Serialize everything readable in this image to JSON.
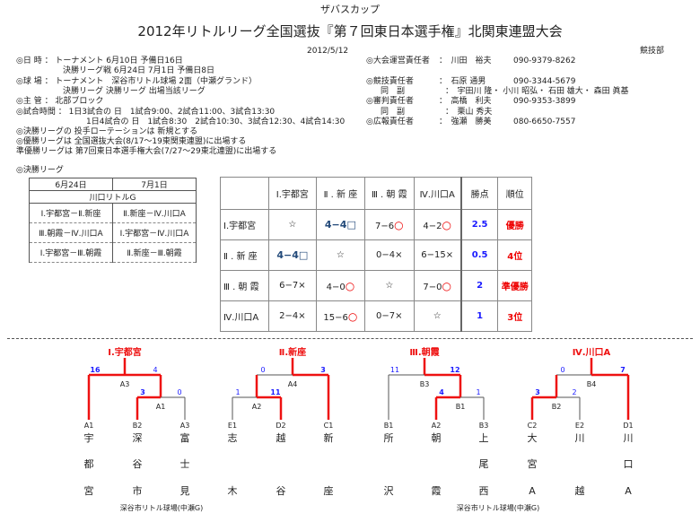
{
  "header": {
    "cup": "ザバスカップ",
    "title": "2012年リトルリーグ全国選抜『第７回東日本選手権』北関東連盟大会",
    "date": "2012/5/12",
    "dept": "競技部"
  },
  "info_left": [
    "◎日 時 ： トーナメント 6月10日 予備日16日",
    "決勝リーグ戦 6月24日 7月1日 予備日8日",
    "◎球 場 ： トーナメント　深谷市リトル球場 2面（中瀬グランド）",
    "決勝リーグ 決勝リーグ 出場当該リーグ",
    "◎主 管 ： 北部ブロック",
    "◎試合時間 ： 1日3試合の 日　1試合9:00、2試合11:00、3試合13:30",
    "1日4試合の 日　1試合8:30　2試合10:30、3試合12:30、4試合14:30",
    "◎決勝リーグの 投手ローテーションは 新規とする",
    "◎優勝リーグは 全国選抜大会(8/17～19東関東連盟)に出場する",
    "準優勝リーグは 第7回東日本選手権大会(7/27～29東北連盟)に出場する"
  ],
  "staff": [
    {
      "role": "◎大会運営責任者",
      "name": "：　川田　裕夫",
      "tel": "090-9379-8262"
    },
    {
      "role": "◎競技責任者",
      "name": "：　石原 通男",
      "tel": "090-3344-5679"
    },
    {
      "role": "同　副",
      "name": "：　宇田川 隆・ 小川 昭弘・ 石田 雄大・ 森田 眞基",
      "tel": ""
    },
    {
      "role": "◎審判責任者",
      "name": "：　高橋　利夫",
      "tel": "090-9353-3899"
    },
    {
      "role": "同　副",
      "name": "：　栗山 秀夫",
      "tel": ""
    },
    {
      "role": "◎広報責任者",
      "name": "：　強瀬　勝美",
      "tel": "080-6650-7557"
    }
  ],
  "schedule": {
    "label": "◎決勝リーグ",
    "dates": [
      "6月24日",
      "7月1日"
    ],
    "venue": "川口リトルG",
    "rows": [
      [
        "Ⅰ.宇都宮－Ⅱ.新座",
        "Ⅱ.新座－Ⅳ.川口A"
      ],
      [
        "Ⅲ.朝霞－Ⅳ.川口A",
        "Ⅰ.宇都宮－Ⅳ.川口A"
      ],
      [
        "Ⅰ.宇都宮－Ⅲ.朝霞",
        "Ⅱ.新座－Ⅲ.朝霞"
      ]
    ]
  },
  "league": {
    "headers": [
      "",
      "Ⅰ.宇都宮",
      "Ⅱ . 新 座",
      "Ⅲ . 朝 霞",
      "Ⅳ.川口A",
      "勝点",
      "順位"
    ],
    "rows": [
      {
        "team": "Ⅰ.宇都宮",
        "cells": [
          {
            "t": "☆",
            "m": ""
          },
          {
            "t": "4−4",
            "m": "□"
          },
          {
            "t": "7−6",
            "m": "○"
          },
          {
            "t": "4−2",
            "m": "○"
          }
        ],
        "points": "2.5",
        "rank": "優勝"
      },
      {
        "team": "Ⅱ . 新 座",
        "cells": [
          {
            "t": "4−4",
            "m": "□"
          },
          {
            "t": "☆",
            "m": ""
          },
          {
            "t": "0−4",
            "m": "×"
          },
          {
            "t": "6−15",
            "m": "×"
          }
        ],
        "points": "0.5",
        "rank": "4位"
      },
      {
        "team": "Ⅲ . 朝 霞",
        "cells": [
          {
            "t": "6−7",
            "m": "×"
          },
          {
            "t": "4−0",
            "m": "○"
          },
          {
            "t": "☆",
            "m": ""
          },
          {
            "t": "7−0",
            "m": "○"
          }
        ],
        "points": "2",
        "rank": "準優勝"
      },
      {
        "team": "Ⅳ.川口A",
        "cells": [
          {
            "t": "2−4",
            "m": "×"
          },
          {
            "t": "15−6",
            "m": "○"
          },
          {
            "t": "0−7",
            "m": "×"
          },
          {
            "t": "☆",
            "m": ""
          }
        ],
        "points": "1",
        "rank": "3位"
      }
    ]
  },
  "brackets": [
    {
      "winner": "Ⅰ.宇都宮",
      "final": {
        "code": "A3",
        "l": "16",
        "r": "4"
      },
      "semi": {
        "code": "A1",
        "l": "3",
        "r": "0"
      },
      "leaves": [
        {
          "code": "A1",
          "chars": [
            "宇",
            "都",
            "宮"
          ]
        },
        {
          "code": "B2",
          "chars": [
            "深",
            "谷",
            "市"
          ]
        },
        {
          "code": "A3",
          "chars": [
            "富",
            "士",
            "見"
          ]
        }
      ]
    },
    {
      "winner": "Ⅱ.新座",
      "final": {
        "code": "A4",
        "l": "0",
        "r": "3"
      },
      "semi": {
        "code": "A2",
        "l": "1",
        "r": "11"
      },
      "leaves": [
        {
          "code": "E1",
          "chars": [
            "志",
            "",
            "木"
          ]
        },
        {
          "code": "D2",
          "chars": [
            "越",
            "",
            "谷"
          ]
        },
        {
          "code": "C1",
          "chars": [
            "新",
            "",
            "座"
          ]
        }
      ]
    },
    {
      "winner": "Ⅲ.朝霞",
      "final": {
        "code": "B3",
        "l": "11",
        "r": "12"
      },
      "semi": {
        "code": "B1",
        "l": "4",
        "r": "1"
      },
      "leaves": [
        {
          "code": "B1",
          "chars": [
            "所",
            "",
            "沢"
          ]
        },
        {
          "code": "A2",
          "chars": [
            "朝",
            "",
            "霞"
          ]
        },
        {
          "code": "B3",
          "chars": [
            "上",
            "尾",
            "西"
          ]
        }
      ]
    },
    {
      "winner": "Ⅳ.川口A",
      "final": {
        "code": "B4",
        "l": "0",
        "r": "7"
      },
      "semi": {
        "code": "B2",
        "l": "3",
        "r": "2"
      },
      "leaves": [
        {
          "code": "C2",
          "chars": [
            "大",
            "宮",
            "A"
          ]
        },
        {
          "code": "E2",
          "chars": [
            "川",
            "",
            "越"
          ]
        },
        {
          "code": "D1",
          "chars": [
            "川",
            "口",
            "A"
          ]
        }
      ]
    }
  ],
  "venues": [
    "深谷市リトル球場(中瀬G)",
    "深谷市リトル球場(中瀬G)"
  ],
  "colors": {
    "win": "#ee1111",
    "score": "#1a1aff",
    "line": "#555555"
  }
}
